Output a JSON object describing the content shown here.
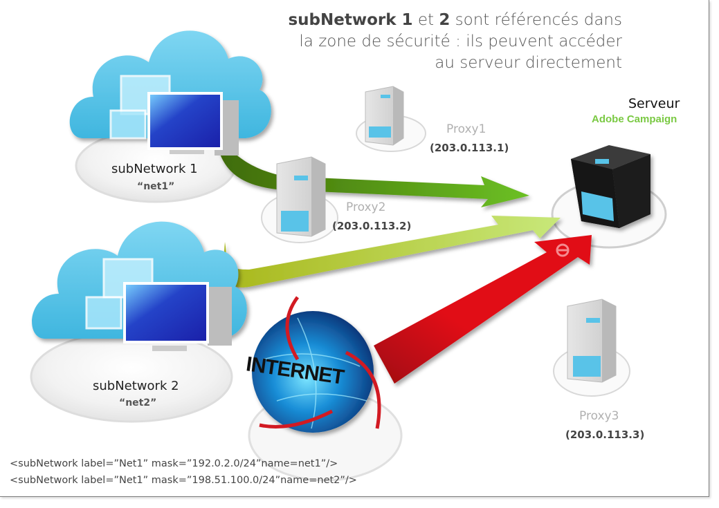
{
  "headline": {
    "line1_bold_a": "subNetwork 1",
    "line1_mid": " et ",
    "line1_bold_b": "2",
    "line1_rest": " sont référencés dans",
    "line2": "la zone de sécurité : ils peuvent accéder",
    "line3": "au serveur directement"
  },
  "subnetworks": [
    {
      "name": "subNetwork 1",
      "id": "“net1”",
      "icon": "cloud-computer-icon"
    },
    {
      "name": "subNetwork 2",
      "id": "“net2”",
      "icon": "cloud-computer-icon"
    }
  ],
  "proxies": [
    {
      "name": "Proxy1",
      "ip": "(203.0.113.1)",
      "icon": "server-tower-icon"
    },
    {
      "name": "Proxy2",
      "ip": "(203.0.113.2)",
      "icon": "server-tower-icon"
    },
    {
      "name": "Proxy3",
      "ip": "(203.0.113.3)",
      "icon": "server-tower-icon"
    }
  ],
  "server": {
    "title": "Serveur",
    "subtitle": "Adobe Campaign",
    "icon": "black-server-icon"
  },
  "internet": {
    "label": "INTERNET",
    "icon": "globe-icon"
  },
  "arrows": [
    {
      "from": "subNetwork 1",
      "to": "Serveur",
      "color": "#5aa51c",
      "status": "allowed"
    },
    {
      "from": "subNetwork 2",
      "to": "Serveur",
      "color": "#b5d84f",
      "status": "allowed"
    },
    {
      "from": "INTERNET",
      "to": "Serveur",
      "color": "#e10d17",
      "status": "blocked",
      "icon": "no-entry-icon"
    }
  ],
  "config": [
    "<subNetwork label=”Net1” mask=”192.0.2.0/24”name=net1”/>",
    "<subNetwork label=”Net1” mask=”198.51.100.0/24”name=net2”/>"
  ],
  "colors": {
    "cloud": "#5cc9ea",
    "accent_green": "#7ac943",
    "block_red": "#e10d17",
    "server_screen": "#5bc4e8"
  }
}
